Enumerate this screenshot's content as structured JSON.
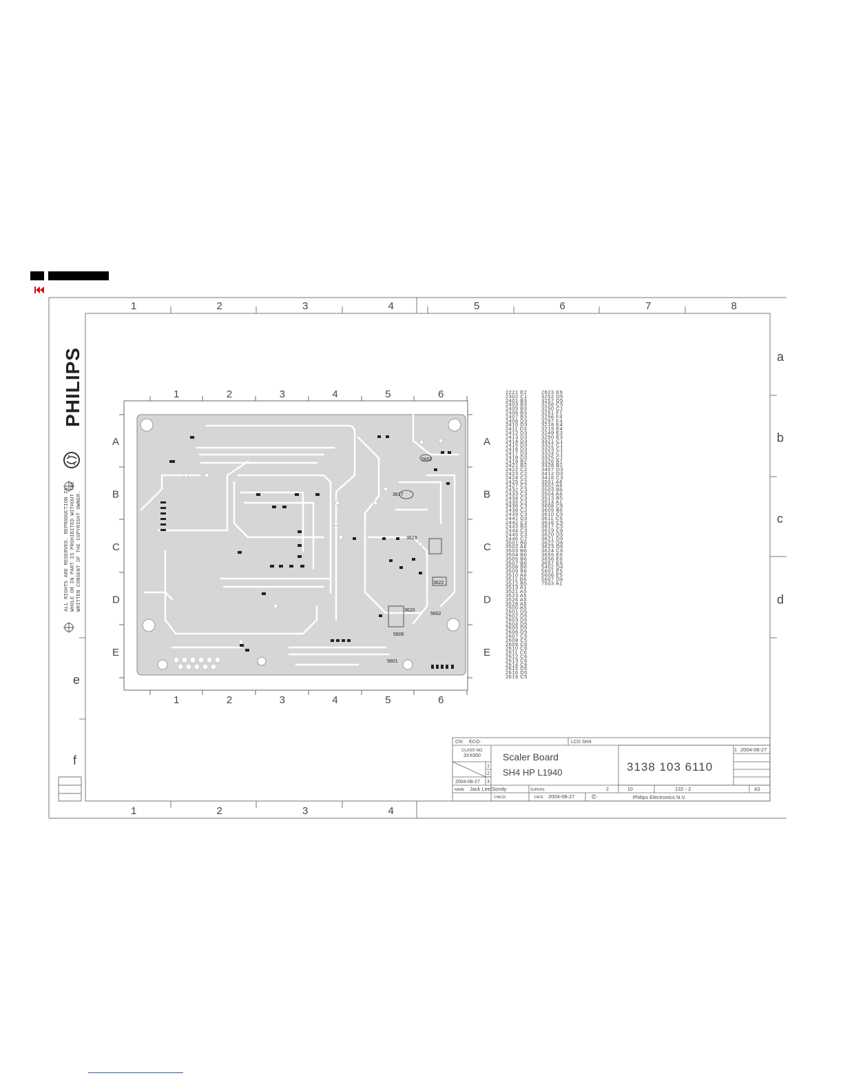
{
  "brand": "PHILIPS",
  "copyright_notice": [
    "ALL RIGHTS ARE RESERVED. REPRODUCTION IN",
    "WHOLE OR IN PART IS PROHIBITED WITHOUT THE",
    "WRITTEN CONSENT OF THE COPYRIGHT OWNER."
  ],
  "frame": {
    "cols_top": [
      "1",
      "2",
      "3",
      "4",
      "5",
      "6",
      "7",
      "8"
    ],
    "cols_bottom": [
      "1",
      "2",
      "3",
      "4"
    ],
    "rows_right": [
      "a",
      "b",
      "c",
      "d"
    ],
    "rows_left": [
      "e",
      "f"
    ]
  },
  "board": {
    "cols": [
      "1",
      "2",
      "3",
      "4",
      "5",
      "6"
    ],
    "rows": [
      "A",
      "B",
      "C",
      "D",
      "E"
    ],
    "labels": [
      "3622",
      "3623",
      "3620",
      "5602",
      "5606",
      "5601",
      "5602",
      "3617"
    ]
  },
  "parts_col1": [
    "2221 E2",
    "2302 C1",
    "2401 B3",
    "2403 B3",
    "2405 B3",
    "2406 B3",
    "2407 B3",
    "2408 D3",
    "2410 D3",
    "2411 D3",
    "2412 D3",
    "2413 D3",
    "2414 D3",
    "2415 D3",
    "2416 D3",
    "2417 D3",
    "2418 D3",
    "2419 B2",
    "2421 B2",
    "2422 C2",
    "2423 C2",
    "2424 C2",
    "2425 C2",
    "2427 C2",
    "2432 C3",
    "2433 C3",
    "2434 C3",
    "2435 C3",
    "2436 C3",
    "2438 C2",
    "2439 C3",
    "2441 D3",
    "2442 C3",
    "2443 B3",
    "2444 C3",
    "2445 C3",
    "2446 C2",
    "3501 B6",
    "3502 A6",
    "3503 B6",
    "3504 B6",
    "3505 B6",
    "3507 B6",
    "3508 B6",
    "3509 B6",
    "3510 A6",
    "3511 B6",
    "3512 B5",
    "3513 A1",
    "3521 A5",
    "3523 A5",
    "3526 A5",
    "3528 A5",
    "2600 A5",
    "2601 D5",
    "2602 D5",
    "2603 D5",
    "2604 D5",
    "2605 D5",
    "2606 D5",
    "2607 C5",
    "2608 C5",
    "2609 C6",
    "2610 C6",
    "2611 C6",
    "2612 C6",
    "2613 C6",
    "2614 C6",
    "2615 D5",
    "2616 D5",
    "2619 C5"
  ],
  "parts_col2": [
    "2623 E6",
    "3252 D5",
    "3257 D5",
    "3258 C5",
    "3250 C1",
    "3251 F1",
    "3256 F4",
    "3297 F4",
    "3218 E4",
    "3219 E4",
    "3249 E3",
    "3250 E3",
    "3321 C1",
    "3322 C1",
    "3323 C1",
    "3324 C1",
    "3325 C1",
    "3326 B1",
    "3328 B1",
    "3407 D3",
    "3412 D3",
    "3416 C3",
    "3501 A6",
    "3502 A6",
    "3503 B6",
    "3504 A6",
    "3513 B5",
    "3514 A1",
    "3608 C6",
    "3609 B6",
    "3610 C5",
    "3611 C5",
    "3616 C5",
    "3617 C5",
    "3619 C6",
    "3620 D5",
    "3621 D5",
    "3622 D6",
    "3623 D6",
    "3624 C6",
    "3655 E6",
    "3656 E6",
    "3657 E6",
    "5402 D4",
    "5601 E5",
    "5606 E5",
    "5607 D6",
    "7503 A1"
  ],
  "title_block": {
    "cn": "CN:",
    "eco": "ECO-",
    "model_code": "LCD SH4",
    "class_no_label": "CLASS NO",
    "class_no": "3XX000",
    "rev_marks": [
      "1",
      "2",
      "3"
    ],
    "title_line1": "Scaler Board",
    "title_line2": "SH4  HP  L1940",
    "sheet_rev": "1",
    "rev_date": "2004-08-27",
    "doc_number": "3138  103  6110",
    "left_date": "2004-08-27",
    "name_label": "NAME",
    "name": "Jack Lee/Sondy",
    "supers_label": "SUPERS",
    "supers": "2",
    "check_label": "CHECK",
    "date_label": "DATE",
    "date": "2004-08-27",
    "copyright_mark": "©",
    "company": "Philips Electronics N.V.",
    "sheet_no": "10",
    "code": "132  -  2",
    "format": "A3"
  }
}
